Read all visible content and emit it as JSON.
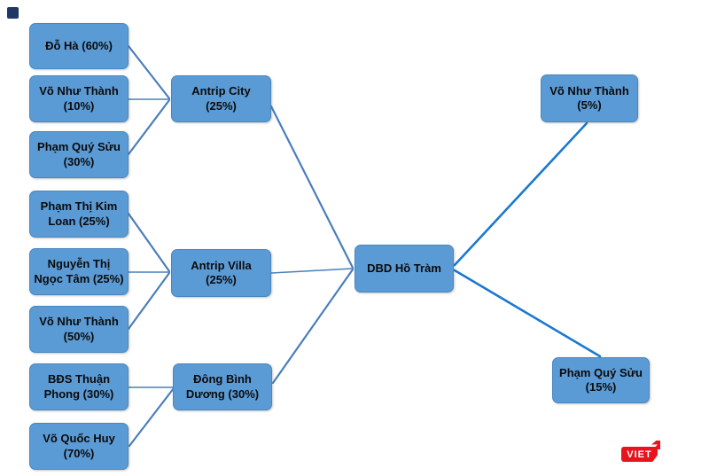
{
  "nodes": {
    "left": [
      "Đỗ Hà (60%)",
      "Võ Như Thành (10%)",
      "Phạm Quý Sửu (30%)",
      "Phạm Thị Kim Loan (25%)",
      "Nguyễn Thị Ngọc Tâm (25%)",
      "Võ Như Thành (50%)",
      "BĐS Thuận Phong (30%)",
      "Võ Quốc Huy (70%)"
    ],
    "middle": [
      "Antrip City (25%)",
      "Antrip Villa (25%)",
      "Đông Bình Dương (30%)"
    ],
    "center": "DBD Hồ Tràm",
    "right": [
      "Võ Như Thành (5%)",
      "Phạm Quý Sửu (15%)"
    ]
  },
  "edges": [
    {
      "from": "Đỗ Hà (60%)",
      "to": "Antrip City (25%)"
    },
    {
      "from": "Võ Như Thành (10%)",
      "to": "Antrip City (25%)"
    },
    {
      "from": "Phạm Quý Sửu (30%)",
      "to": "Antrip City (25%)"
    },
    {
      "from": "Phạm Thị Kim Loan (25%)",
      "to": "Antrip Villa (25%)"
    },
    {
      "from": "Nguyễn Thị Ngọc Tâm (25%)",
      "to": "Antrip Villa (25%)"
    },
    {
      "from": "Võ Như Thành (50%)",
      "to": "Antrip Villa (25%)"
    },
    {
      "from": "BĐS Thuận Phong (30%)",
      "to": "Đông Bình Dương (30%)"
    },
    {
      "from": "Võ Quốc Huy (70%)",
      "to": "Đông Bình Dương (30%)"
    },
    {
      "from": "Antrip City (25%)",
      "to": "DBD Hồ Tràm"
    },
    {
      "from": "Antrip Villa (25%)",
      "to": "DBD Hồ Tràm"
    },
    {
      "from": "Đông Bình Dương (30%)",
      "to": "DBD Hồ Tràm"
    },
    {
      "from": "DBD Hồ Tràm",
      "to": "Võ Như Thành (5%)"
    },
    {
      "from": "DBD Hồ Tràm",
      "to": "Phạm Quý Sửu (15%)"
    }
  ],
  "logo": {
    "text": "VIET"
  },
  "colors": {
    "box_fill": "#5B9BD5",
    "box_border": "#4a86be",
    "line_left": "#4a7ebb",
    "line_right": "#1b78d1",
    "marker_navy": "#1f3864",
    "logo_red": "#e8131d",
    "text": "#0a0a0a"
  }
}
